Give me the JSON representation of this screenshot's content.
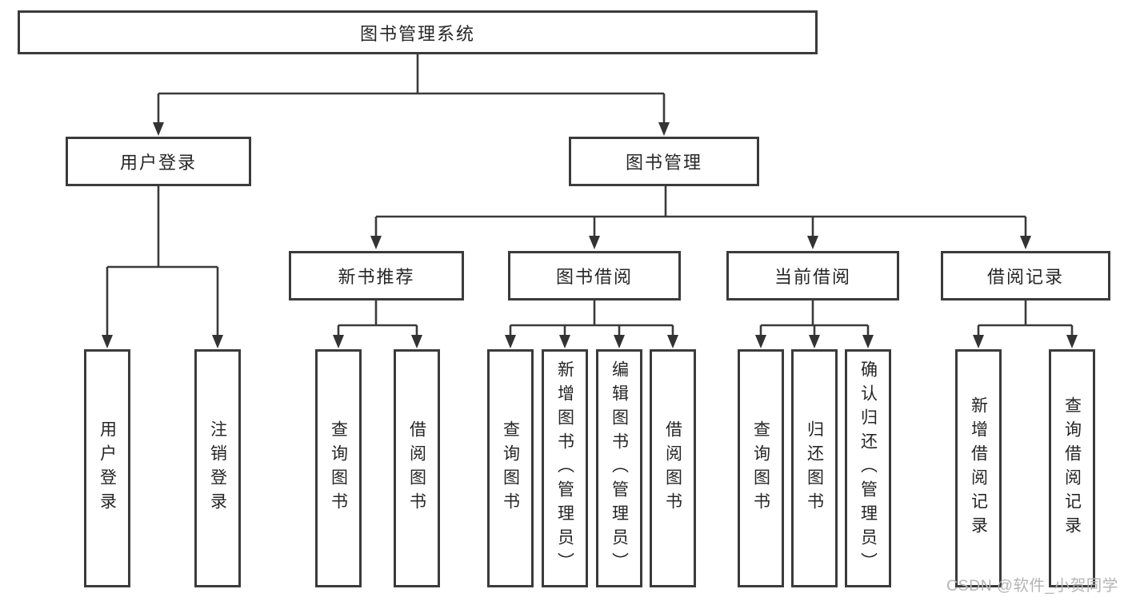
{
  "nodes": {
    "root": "图书管理系统",
    "user_login": "用户登录",
    "book_mgmt": "图书管理",
    "new_book_rec": "新书推荐",
    "book_borrow": "图书借阅",
    "current_borrow": "当前借阅",
    "borrow_records": "借阅记录",
    "leaf_user_login": "用户登录",
    "leaf_logout": "注销登录",
    "leaf_query_book_rec": "查询图书",
    "leaf_borrow_book_rec": "借阅图书",
    "leaf_query_book_borrow": "查询图书",
    "leaf_add_book": "新增图书（管理员）",
    "leaf_edit_book": "编辑图书（管理员）",
    "leaf_borrow_book_borrow": "借阅图书",
    "leaf_query_book_current": "查询图书",
    "leaf_return_book": "归还图书",
    "leaf_confirm_return": "确认归还（管理员）",
    "leaf_add_borrow_record": "新增借阅记录",
    "leaf_query_borrow_record": "查询借阅记录"
  },
  "watermark": "CSDN @软件_小贺同学",
  "colors": {
    "line": "#3a3a3a",
    "border": "#3b3b3b",
    "text": "#262626",
    "watermark": "#b4b4b4",
    "background": "#ffffff"
  }
}
